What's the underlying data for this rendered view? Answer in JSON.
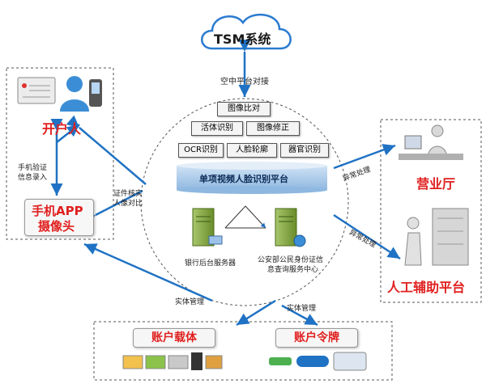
{
  "tsm": {
    "label": "TSM系统"
  },
  "air_link": {
    "label": "空中平台对接"
  },
  "modules": {
    "image_compare": "图像比对",
    "liveness": "活体识别",
    "image_fix": "图像修正",
    "ocr": "OCR识别",
    "face_contour": "人脸轮廓",
    "organ": "器官识别"
  },
  "platform": {
    "label": "单项视频人脸识别平台"
  },
  "servers": {
    "bank": "银行后台服务器",
    "police_line1": "公安部公民身份证信",
    "police_line2": "息查询服务中心"
  },
  "account_holder": {
    "label": "开户人"
  },
  "phone_verify": {
    "line1": "手机验证",
    "line2": "信息录入"
  },
  "app_camera": {
    "line1": "手机APP",
    "line2": "摄像头"
  },
  "id_check": {
    "line1": "证件核实",
    "line2": "人像对比"
  },
  "exception1": {
    "label": "异常处理"
  },
  "exception2": {
    "label": "异常处理"
  },
  "hall": {
    "label": "营业厅"
  },
  "manual": {
    "label": "人工辅助平台"
  },
  "entity_mgmt_left": {
    "label": "实体管理"
  },
  "entity_mgmt_right": {
    "label": "实体管理"
  },
  "carrier": {
    "label": "账户载体"
  },
  "token": {
    "label": "账户令牌"
  },
  "colors": {
    "arrow": "#1f72c4",
    "accent_red": "#e0201f",
    "platform": "#9cc3e6"
  }
}
